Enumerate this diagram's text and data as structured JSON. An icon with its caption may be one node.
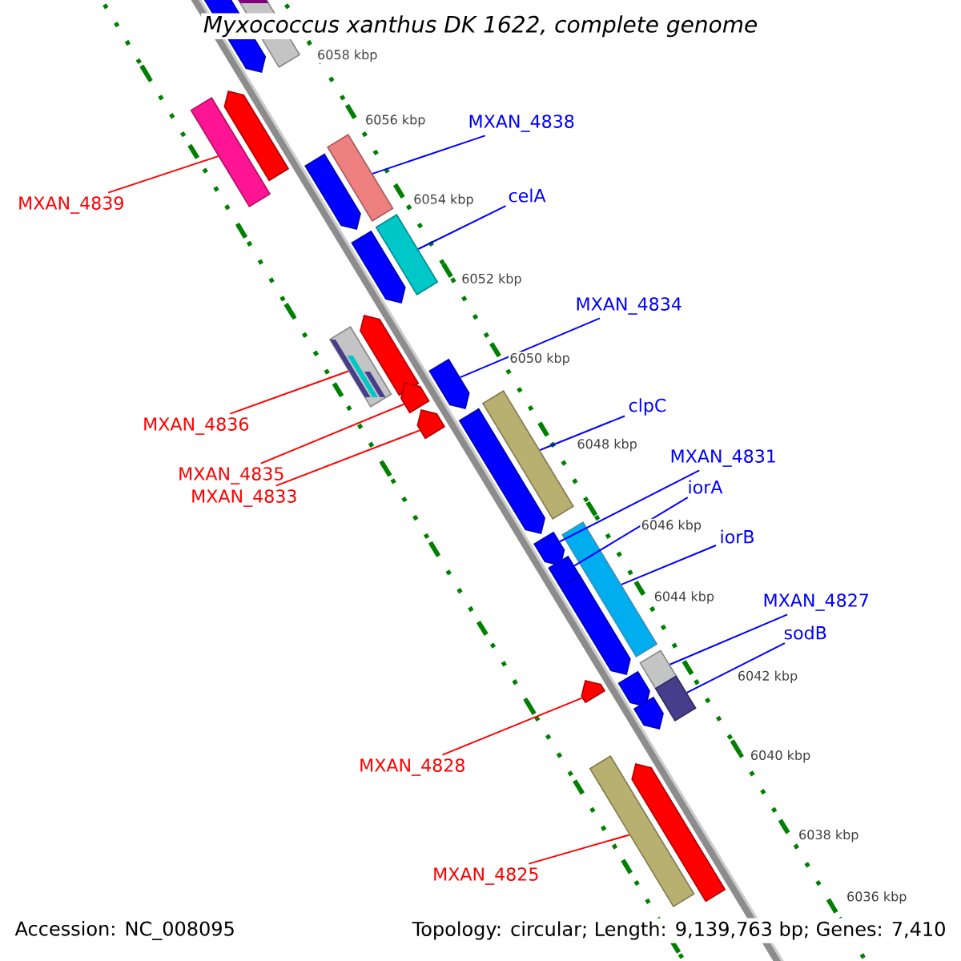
{
  "diagram": {
    "title": "Myxococcus xanthus DK 1622, complete genome",
    "nodes": [
      {
        "text": [
          "MXAN_4838"
        ]
      },
      {
        "text": [
          "celA"
        ]
      },
      {
        "text": [
          "MXAN_4839"
        ]
      },
      {
        "text": [
          "MXAN_4834"
        ]
      },
      {
        "text": [
          "clpC"
        ]
      },
      {
        "text": [
          "MXAN_4836"
        ]
      },
      {
        "text": [
          "MXAN_4831"
        ]
      },
      {
        "text": [
          "MXAN_4835"
        ]
      },
      {
        "text": [
          "iorA"
        ]
      },
      {
        "text": [
          "MXAN_4833"
        ]
      },
      {
        "text": [
          "iorB"
        ]
      },
      {
        "text": [
          "MXAN_4827"
        ]
      },
      {
        "text": [
          "sodB"
        ]
      },
      {
        "text": [
          "MXAN_4828"
        ]
      },
      {
        "text": [
          "MXAN_4825"
        ]
      },
      {
        "text": [],
        "shape": "arrow"
      },
      {
        "text": [],
        "shape": "box"
      },
      {
        "text": [],
        "shape": "arrow"
      },
      {
        "text": [],
        "shape": "box"
      },
      {
        "text": [],
        "shape": "box"
      },
      {
        "text": [],
        "shape": "arrow"
      },
      {
        "text": [],
        "shape": "box"
      },
      {
        "text": [],
        "shape": "arrow"
      },
      {
        "text": [],
        "shape": "arrow"
      },
      {
        "text": [],
        "shape": "box"
      },
      {
        "text": [],
        "shape": "arrow"
      },
      {
        "text": [],
        "shape": "arrow"
      },
      {
        "text": [],
        "shape": "box"
      },
      {
        "text": [],
        "shape": "arrow"
      },
      {
        "text": [],
        "shape": "arrow"
      },
      {
        "text": [],
        "shape": "box"
      },
      {
        "text": [],
        "shape": "arrow"
      },
      {
        "text": [],
        "shape": "arrow"
      },
      {
        "text": [],
        "shape": "arrow"
      },
      {
        "text": [],
        "shape": "box"
      },
      {
        "text": [],
        "shape": "arrow"
      },
      {
        "text": [],
        "shape": "box"
      },
      {
        "text": [],
        "shape": "arrow"
      },
      {
        "text": [],
        "shape": "arrow"
      },
      {
        "text": [],
        "shape": "box"
      },
      {
        "text": [],
        "shape": "arrow"
      }
    ],
    "edges": [
      {
        "from": 0,
        "to": 19,
        "arrow": "none"
      },
      {
        "from": 1,
        "to": 21,
        "arrow": "none"
      },
      {
        "from": 2,
        "to": 18,
        "arrow": "none",
        "color": "#ff0000"
      },
      {
        "from": 3,
        "to": 25,
        "arrow": "none"
      },
      {
        "from": 4,
        "to": 27,
        "arrow": "none"
      },
      {
        "from": 5,
        "to": 24,
        "arrow": "none",
        "color": "#ff0000"
      },
      {
        "from": 6,
        "to": 31,
        "arrow": "none"
      },
      {
        "from": 7,
        "to": 26,
        "arrow": "none",
        "color": "#ff0000"
      },
      {
        "from": 8,
        "to": 32,
        "arrow": "none"
      },
      {
        "from": 9,
        "to": 29,
        "arrow": "none",
        "color": "#ff0000"
      },
      {
        "from": 10,
        "to": 30,
        "arrow": "none"
      },
      {
        "from": 11,
        "to": 34,
        "arrow": "none"
      },
      {
        "from": 12,
        "to": 36,
        "arrow": "none"
      },
      {
        "from": 13,
        "to": 37,
        "arrow": "none",
        "color": "#ff0000"
      },
      {
        "from": 14,
        "to": 39,
        "arrow": "none",
        "color": "#ff0000"
      }
    ],
    "labels": [
      "6058 kbp",
      "6056 kbp",
      "6054 kbp",
      "6052 kbp",
      "6050 kbp",
      "6048 kbp",
      "6046 kbp",
      "6044 kbp",
      "6042 kbp",
      "6040 kbp",
      "6038 kbp",
      "6036 kbp",
      "Accession: NC_008095",
      "Topology: circular; Length: 9,139,763 bp; Genes: 7,410"
    ]
  }
}
